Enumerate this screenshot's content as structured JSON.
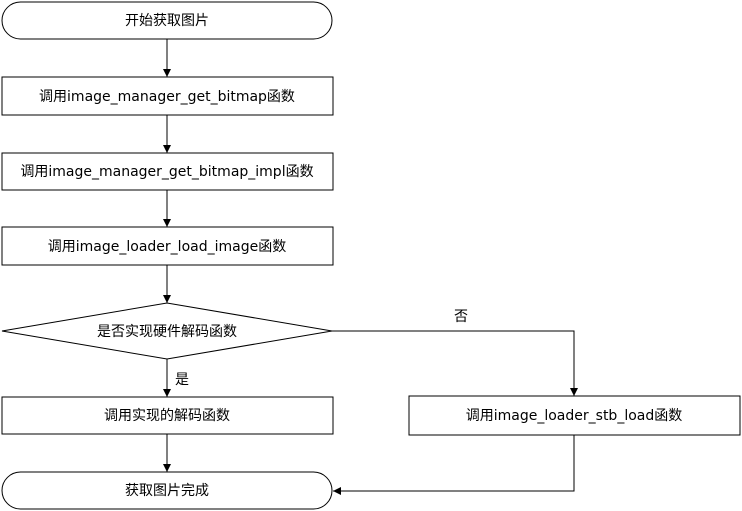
{
  "diagram": {
    "nodes": [
      {
        "id": "start",
        "shape": "terminator",
        "label": "开始获取图片"
      },
      {
        "id": "call1",
        "shape": "process",
        "label": "调用image_manager_get_bitmap函数"
      },
      {
        "id": "call2",
        "shape": "process",
        "label": "调用image_manager_get_bitmap_impl函数"
      },
      {
        "id": "call3",
        "shape": "process",
        "label": "调用image_loader_load_image函数"
      },
      {
        "id": "decision",
        "shape": "decision",
        "label": "是否实现硬件解码函数"
      },
      {
        "id": "hwdecode",
        "shape": "process",
        "label": "调用实现的解码函数"
      },
      {
        "id": "stbload",
        "shape": "process",
        "label": "调用image_loader_stb_load函数"
      },
      {
        "id": "end",
        "shape": "terminator",
        "label": "获取图片完成"
      }
    ],
    "edges": [
      {
        "from": "start",
        "to": "call1",
        "label": ""
      },
      {
        "from": "call1",
        "to": "call2",
        "label": ""
      },
      {
        "from": "call2",
        "to": "call3",
        "label": ""
      },
      {
        "from": "call3",
        "to": "decision",
        "label": ""
      },
      {
        "from": "decision",
        "to": "hwdecode",
        "label": "是"
      },
      {
        "from": "decision",
        "to": "stbload",
        "label": "否"
      },
      {
        "from": "hwdecode",
        "to": "end",
        "label": ""
      },
      {
        "from": "stbload",
        "to": "end",
        "label": ""
      }
    ]
  }
}
